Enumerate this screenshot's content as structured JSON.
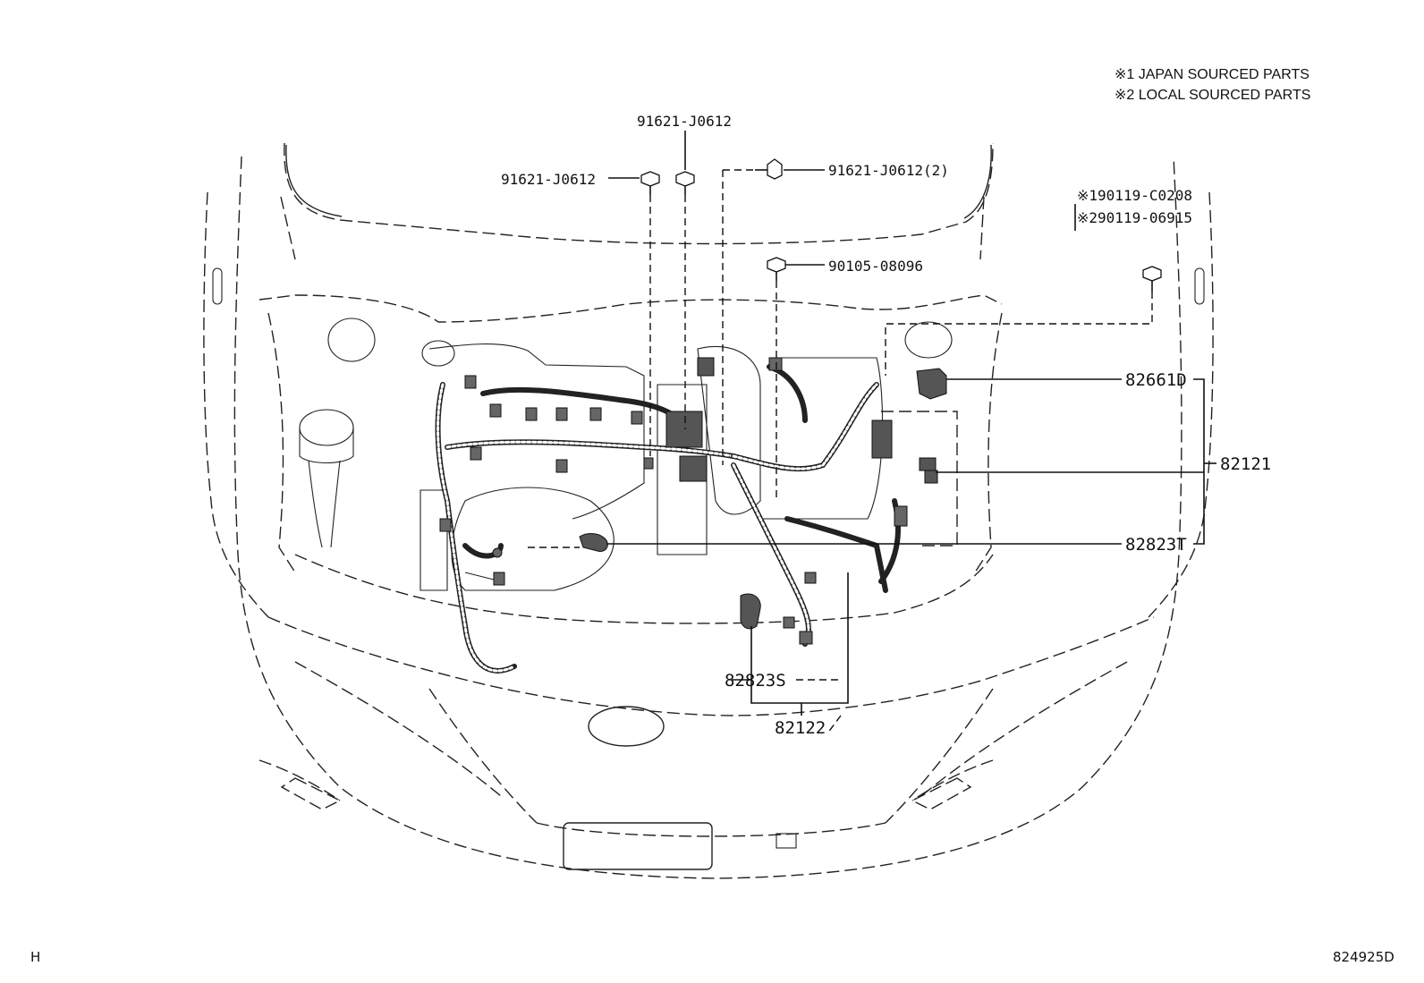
{
  "notes": {
    "japan": "※1 JAPAN SOURCED PARTS",
    "local": "※2 LOCAL SOURCED PARTS"
  },
  "callouts": {
    "bolt_top_center": "91621-J0612",
    "bolt_top_left": "91621-J0612",
    "bolt_top_right": "91621-J0612(2)",
    "bolt_alt_1": "※190119-C0208",
    "bolt_alt_2": "※290119-06915",
    "bolt_center": "90105-08096",
    "part_82661d": "82661D",
    "part_82121": "82121",
    "part_82823t": "82823T",
    "part_82823s": "82823S",
    "part_82122": "82122"
  },
  "footer": {
    "left_mark": "H",
    "diagram_id": "824925D"
  }
}
